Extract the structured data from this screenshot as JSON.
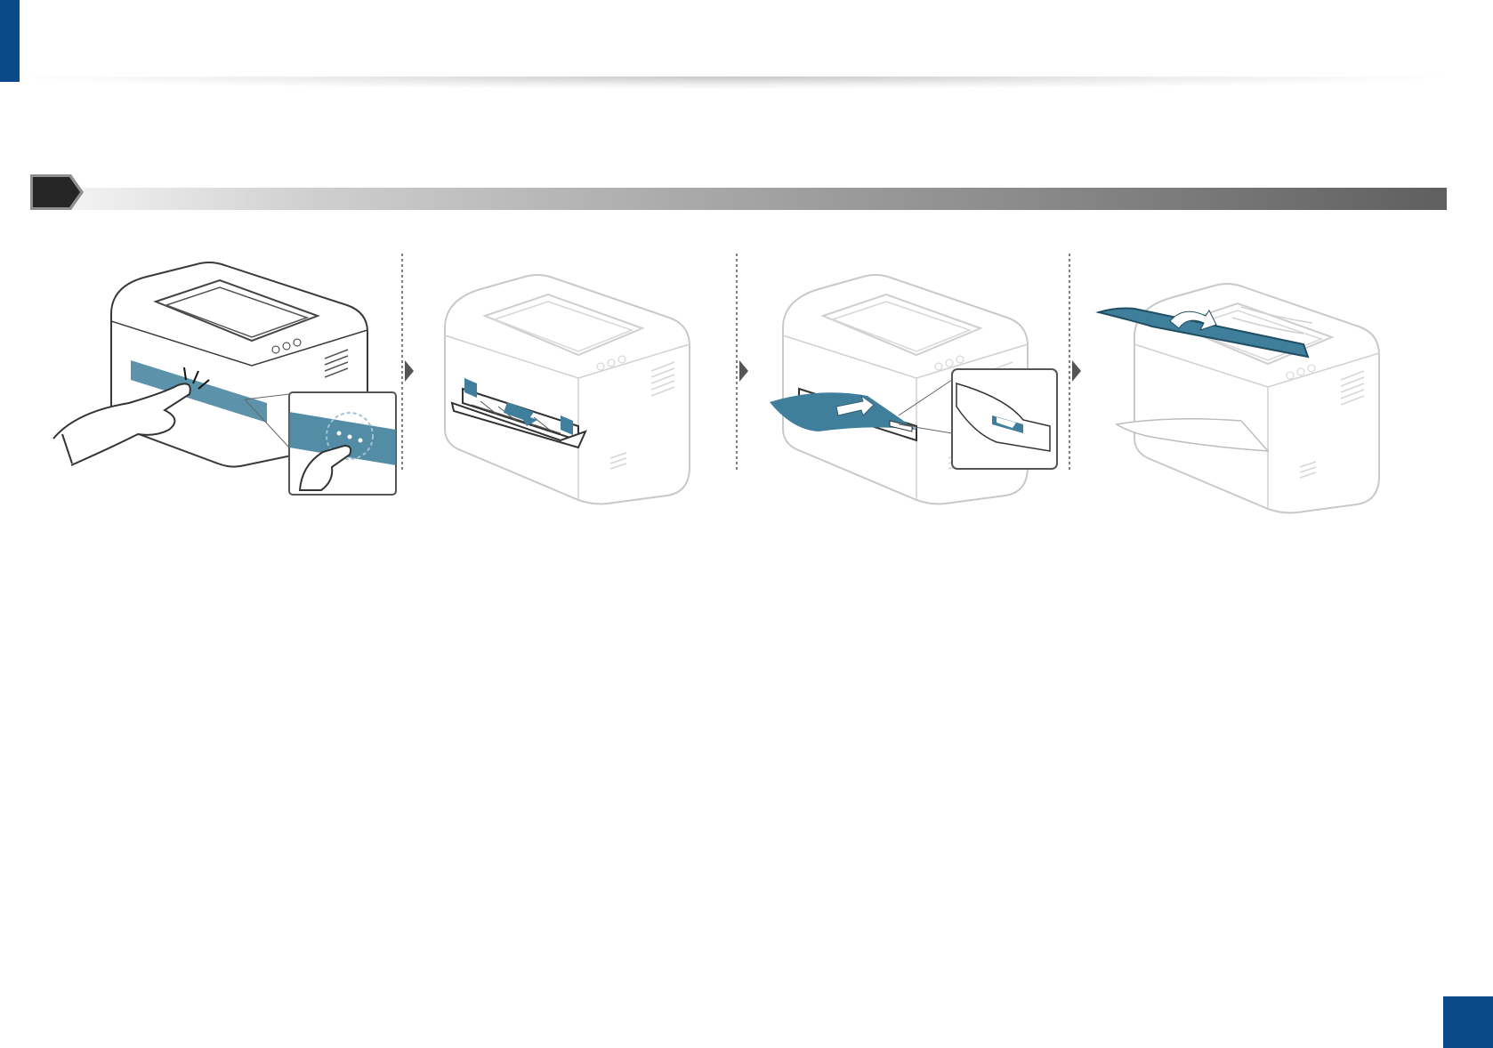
{
  "page": {
    "step_number": "",
    "page_number": ""
  },
  "illustration": {
    "panels": [
      {
        "name": "printer-with-hand-pressing-button"
      },
      {
        "name": "manual-tray-guides-adjust"
      },
      {
        "name": "paper-insert-manual-tray"
      },
      {
        "name": "output-tray-paper-exit"
      }
    ]
  },
  "colors": {
    "brand_blue": "#0b4a8a",
    "highlight_blue": "#3f7f9b",
    "outline_gray": "#c9c9c9"
  }
}
